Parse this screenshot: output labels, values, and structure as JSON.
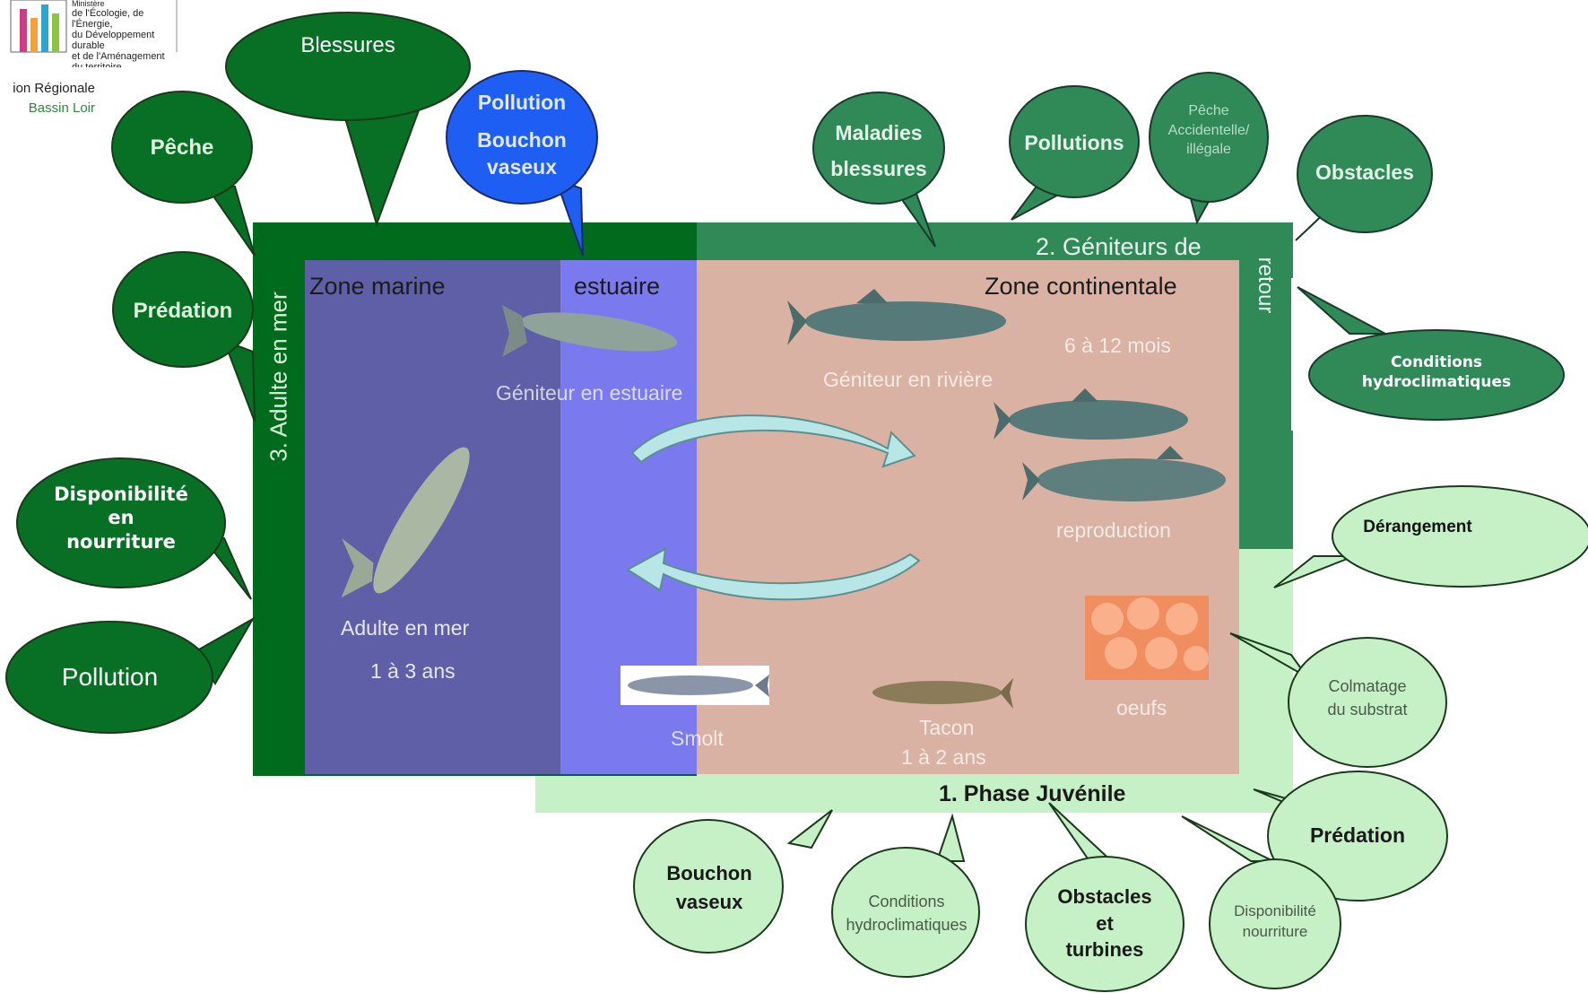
{
  "header": {
    "ministry": [
      "Ministère",
      "de l'Écologie, de l'Énergie,",
      "du Développement durable",
      "et de l'Aménagement",
      "du territoire"
    ],
    "direction": [
      "ion Régionale",
      "Bassin Loir"
    ]
  },
  "zones": {
    "marine": "Zone marine",
    "estuary": "estuaire",
    "continental": "Zone continentale"
  },
  "phases": {
    "adult_sea": "3. Adulte en mer",
    "spawners_line1": "2. Géniteurs de",
    "spawners_line2": "retour",
    "juvenile": "1. Phase Juvénile"
  },
  "stages": {
    "spawner_estuary": "Géniteur en estuaire",
    "spawner_river": "Géniteur en rivière",
    "river_duration": "6 à 12 mois",
    "reproduction": "reproduction",
    "adult_sea": "Adulte en mer",
    "adult_duration": "1 à 3 ans",
    "smolt": "Smolt",
    "parr": "Tacon",
    "parr_duration": "1 à 2 ans",
    "eggs": "oeufs"
  },
  "bubbles": {
    "blessures": "Blessures",
    "peche": "Pêche",
    "predation_sea": "Prédation",
    "pollution_estuary": [
      "Pollution",
      "Bouchon",
      "vaseux"
    ],
    "disponibilite_sea": [
      "Disponibilité",
      "en",
      "nourriture"
    ],
    "pollution_sea": "Pollution",
    "maladies": [
      "Maladies",
      "blessures"
    ],
    "pollutions": "Pollutions",
    "peche_illegale": [
      "Pêche",
      "Accidentelle/",
      "illégale"
    ],
    "obstacles": "Obstacles",
    "conditions_river": [
      "Conditions",
      "hydroclimatiques"
    ],
    "derangement": "Dérangement",
    "colmatage": [
      "Colmatage",
      "du substrat"
    ],
    "predation_juv": "Prédation",
    "bouchon_juv": [
      "Bouchon",
      "vaseux"
    ],
    "conditions_juv": [
      "Conditions",
      "hydroclimatiques"
    ],
    "obstacles_juv": [
      "Obstacles",
      "et",
      "turbines"
    ],
    "disponibilite_juv": [
      "Disponibilité",
      "nourriture"
    ]
  },
  "colors": {
    "dark_green": "#006b1d",
    "medium_green": "#2f8a58",
    "light_green": "#c6f0c6",
    "marine_blue": "#5f5fa8",
    "estuary_blue": "#7a7aee",
    "continental_pink": "#d9b2a3",
    "pollution_blue": "#1f5ef2"
  }
}
